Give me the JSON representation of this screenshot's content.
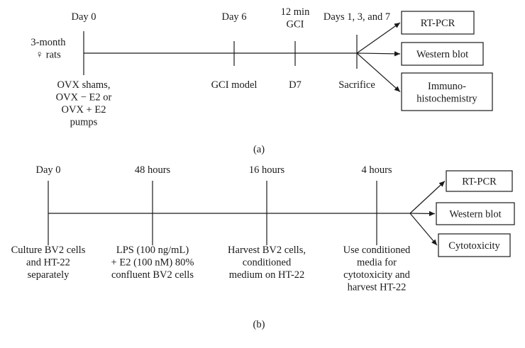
{
  "panel_a": {
    "caption": "(a)",
    "timepoints": [
      {
        "top": [
          "Day 0"
        ],
        "bottom": [
          "OVX shams,",
          "OVX − E2 or",
          "OVX + E2",
          "pumps"
        ]
      },
      {
        "top": [
          "Day 6"
        ],
        "bottom": [
          "GCI model"
        ]
      },
      {
        "top": [
          "12 min",
          "GCI"
        ],
        "bottom": [
          "D7"
        ]
      },
      {
        "top": [
          "Days 1, 3, and 7"
        ],
        "bottom": [
          "Sacrifice"
        ]
      }
    ],
    "subject_label": [
      "3-month",
      "♀ rats"
    ],
    "outcomes": [
      [
        "RT-PCR"
      ],
      [
        "Western blot"
      ],
      [
        "Immuno-",
        "histochemistry"
      ]
    ]
  },
  "panel_b": {
    "caption": "(b)",
    "timepoints": [
      {
        "top": [
          "Day 0"
        ],
        "bottom": [
          "Culture BV2 cells",
          "and HT-22",
          "separately"
        ]
      },
      {
        "top": [
          "48 hours"
        ],
        "bottom": [
          "LPS (100 ng/mL)",
          "+ E2 (100 nM) 80%",
          "confluent BV2 cells"
        ]
      },
      {
        "top": [
          "16 hours"
        ],
        "bottom": [
          "Harvest BV2 cells,",
          "conditioned",
          "medium on HT-22"
        ]
      },
      {
        "top": [
          "4 hours"
        ],
        "bottom": [
          "Use conditioned",
          "media for",
          "cytotoxicity and",
          "harvest HT-22"
        ]
      }
    ],
    "outcomes": [
      [
        "RT-PCR"
      ],
      [
        "Western blot"
      ],
      [
        "Cytotoxicity"
      ]
    ]
  }
}
